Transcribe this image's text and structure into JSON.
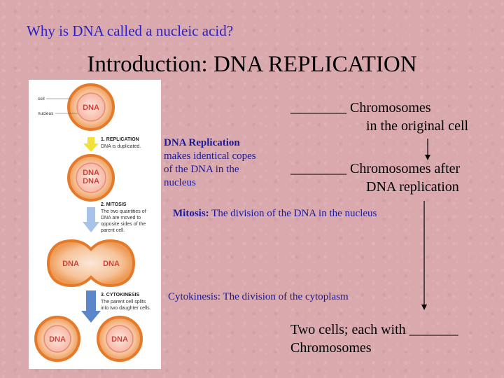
{
  "question": "Why is DNA called a nucleic acid?",
  "title": "Introduction: DNA REPLICATION",
  "figure": {
    "labels": {
      "cell": "cell",
      "nucleus": "nucleus",
      "dna": "DNA",
      "step1_title": "1. REPLICATION",
      "step1_desc": "DNA is duplicated.",
      "step2_title": "2. MITOSIS",
      "step2_desc_1": "The two quantities of",
      "step2_desc_2": "DNA are moved to",
      "step2_desc_3": "opposite sides of the",
      "step2_desc_4": "parent cell.",
      "step3_title": "3. CYTOKINESIS",
      "step3_desc_1": "The parent cell splits",
      "step3_desc_2": "into two daughter cells."
    },
    "colors": {
      "cell_fill": "#f3a968",
      "cell_outer": "#e9822f",
      "dna_text": "#d0413a",
      "arrow_yellow": "#f3e13a",
      "arrow_blue_light": "#a9c3e8",
      "arrow_blue": "#5b86c9"
    }
  },
  "replication_note": {
    "heading": "DNA Replication",
    "line1": "makes identical copes",
    "line2": "of the DNA in the",
    "line3": "nucleus"
  },
  "mitosis_note": {
    "heading": "Mitosis:",
    "text": " The division of the DNA in the nucleus"
  },
  "cytokinesis_note": "Cytokinesis: The division of the cytoplasm",
  "chromosome_lines": {
    "original_1": "________ Chromosomes",
    "original_2": "in the original cell",
    "after_1": "________ Chromosomes after",
    "after_2": "DNA replication",
    "final_1": "Two cells; each with _______",
    "final_2": "Chromosomes"
  }
}
